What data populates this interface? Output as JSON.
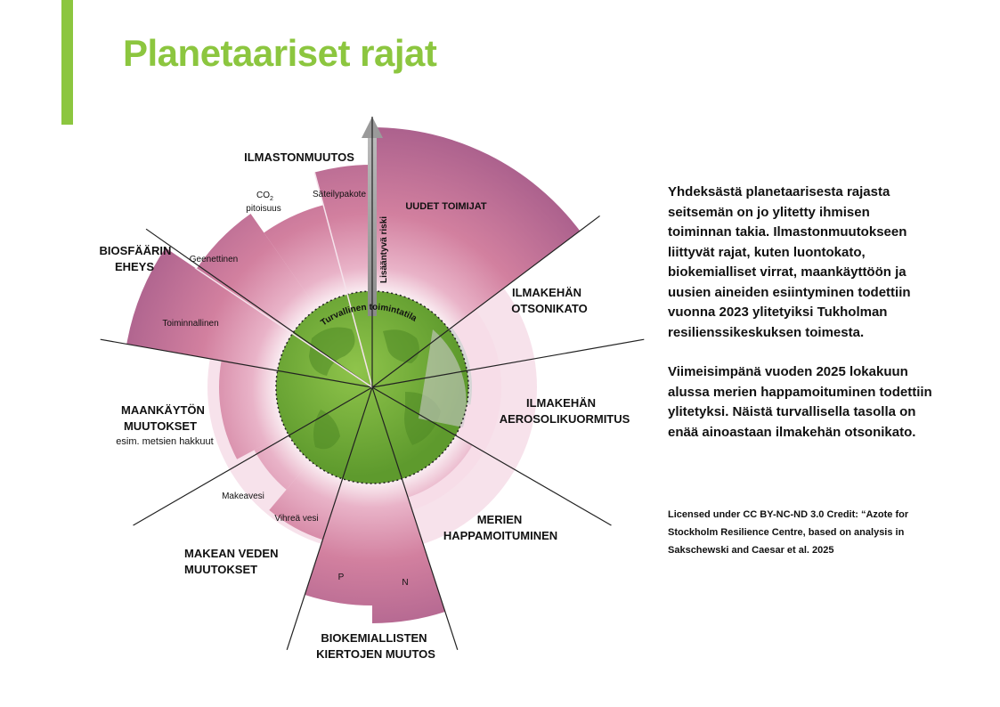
{
  "page": {
    "title": "Planetaariset rajat",
    "paragraph1": "Yhdeksästä planetaarisesta rajasta seitsemän on jo ylitetty ihmisen toiminnan takia. Ilmastonmuutokseen liittyvät rajat, kuten luontokato, biokemialliset virrat, maankäyttöön ja uusien aineiden esiintyminen todettiin vuonna 2023 ylitetyiksi Tukholman resilienssikeskuksen toimesta.",
    "paragraph2": "Viimeisimpänä vuoden 2025 lokakuun alussa merien happamoituminen todettiin ylitetyksi. Näistä turvallisella tasolla on enää ainoastaan ilmakehän otsonikato.",
    "credit": "Licensed under CC BY-NC-ND 3.0 Credit: “Azote for Stockholm Resilience Centre, based on analysis in Sakschewski and Caesar et al. 2025"
  },
  "diagram": {
    "safe_zone": "Turvallinen toimintatila",
    "risk_axis": "Lisääntyvä riski",
    "colors": {
      "safe": "#7fb13f",
      "exceeded": "#b9608f",
      "exceeded_light": "#e8b9cf",
      "uncertain": "#c8c8c8"
    },
    "categories": {
      "climate": "ILMASTONMUUTOS",
      "novel": "UUDET TOIMIJAT",
      "ozone_1": "ILMAKEHÄN",
      "ozone_2": "OTSONIKATO",
      "aerosol_1": "ILMAKEHÄN",
      "aerosol_2": "AEROSOLIKUORMITUS",
      "ocean_1": "MERIEN",
      "ocean_2": "HAPPAMOITUMINEN",
      "bgc_1": "BIOKEMIALLISTEN",
      "bgc_2": "KIERTOJEN MUUTOS",
      "fresh_1": "MAKEAN VEDEN",
      "fresh_2": "MUUTOKSET",
      "land_1": "MAANKÄYTÖN",
      "land_2": "MUUTOKSET",
      "land_3": "esim. metsien hakkuut",
      "bio_1": "BIOSFÄÄRIN",
      "bio_2": "EHEYS"
    },
    "subs": {
      "co2_1": "CO",
      "co2_sub": "2",
      "co2_2": "pitoisuus",
      "radiative": "Säteilypakote",
      "genetic": "Geenettinen",
      "functional": "Toiminnallinen",
      "blue_water": "Makeavesi",
      "green_water": "Vihreä vesi",
      "p": "P",
      "n": "N"
    }
  }
}
